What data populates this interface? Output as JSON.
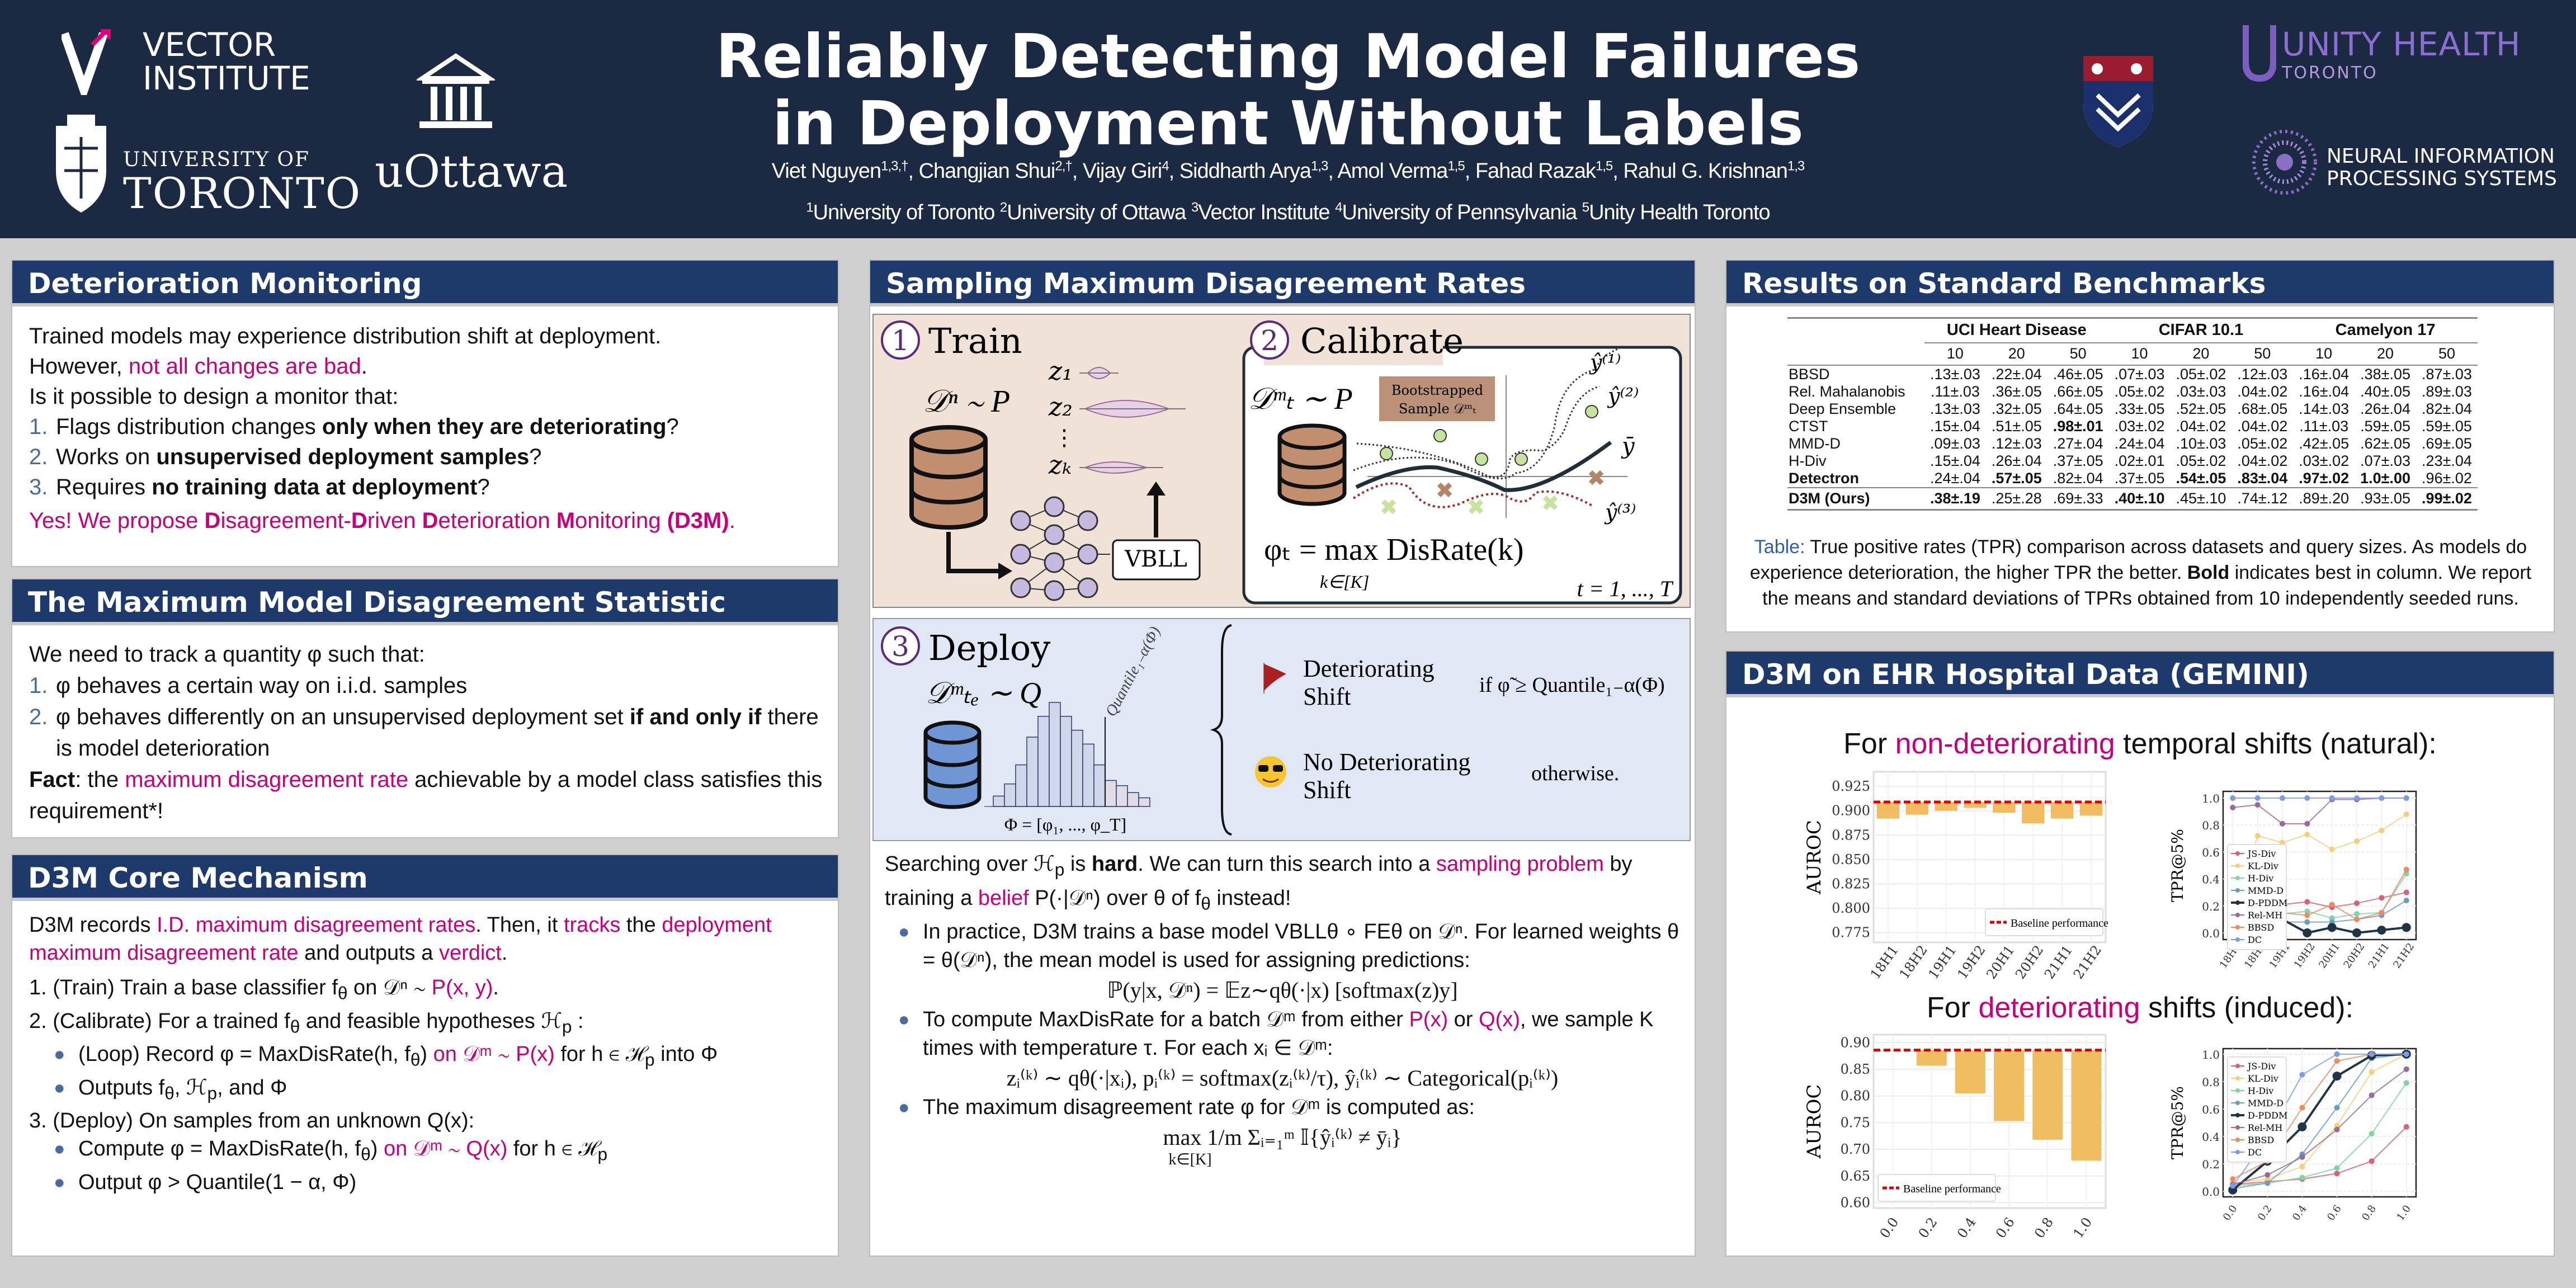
{
  "header": {
    "title_line1": "Reliably Detecting Model Failures",
    "title_line2": "in Deployment Without Labels",
    "authors": [
      {
        "name": "Viet Nguyen",
        "sup": "1,3,†"
      },
      {
        "name": "Changjian Shui",
        "sup": "2,†"
      },
      {
        "name": "Vijay Giri",
        "sup": "4"
      },
      {
        "name": "Siddharth Arya",
        "sup": "1,3"
      },
      {
        "name": "Amol Verma",
        "sup": "1,5"
      },
      {
        "name": "Fahad Razak",
        "sup": "1,5"
      },
      {
        "name": "Rahul G. Krishnan",
        "sup": "1,3"
      }
    ],
    "affiliations": [
      {
        "sup": "1",
        "name": "University of Toronto"
      },
      {
        "sup": "2",
        "name": "University of Ottawa"
      },
      {
        "sup": "3",
        "name": "Vector Institute"
      },
      {
        "sup": "4",
        "name": "University of Pennsylvania"
      },
      {
        "sup": "5",
        "name": "Unity Health Toronto"
      }
    ],
    "logos": {
      "vector": [
        "VECTOR",
        "INSTITUTE"
      ],
      "uoft": [
        "UNIVERSITY OF",
        "TORONTO"
      ],
      "uottawa": "uOttawa",
      "unity": [
        "UNITY HEALTH",
        "TORONTO"
      ],
      "neurips": [
        "NEURAL INFORMATION",
        "PROCESSING SYSTEMS"
      ]
    }
  },
  "deterioration": {
    "title": "Deterioration Monitoring",
    "p1": "Trained models may experience distribution shift at deployment.",
    "p2": [
      "However, ",
      "not all changes are bad",
      "."
    ],
    "p3": "Is it possible to design a monitor that:",
    "items": [
      [
        "Flags distribution changes ",
        "only when they are deteriorating",
        "?"
      ],
      [
        "Works on ",
        "unsupervised deployment samples",
        "?"
      ],
      [
        "Requires ",
        "no training data at deployment",
        "?"
      ]
    ],
    "conclusion": [
      "Yes! We propose ",
      "D",
      "isagreement-",
      "D",
      "riven ",
      "D",
      "eterioration ",
      "M",
      "onitoring ",
      "(D3M)",
      "."
    ]
  },
  "maxdis": {
    "title": "The Maximum Model Disagreement Statistic",
    "p1": "We need to track a quantity φ such that:",
    "items": [
      [
        "φ behaves a certain way on i.i.d. samples"
      ],
      [
        "φ behaves differently on an unsupervised deployment set ",
        "if and only if",
        " there is model deterioration"
      ]
    ],
    "fact": [
      "Fact",
      ": the ",
      "maximum disagreement rate",
      " achievable by a model class satisfies this requirement*!"
    ]
  },
  "core": {
    "title": "D3M Core Mechanism",
    "intro": [
      "D3M records ",
      "I.D. maximum disagreement rates",
      ". Then, it ",
      "tracks",
      " the ",
      "deployment maximum disagreement rate",
      " and outputs a ",
      "verdict",
      "."
    ],
    "step1": [
      "1. (Train) Train a base classifier f",
      "θ",
      " on 𝒟ⁿ ∼ ",
      "P(x, y)",
      "."
    ],
    "step2": [
      "2. (Calibrate) For a trained f",
      "θ",
      " and feasible hypotheses ℋ",
      "p",
      " :"
    ],
    "step2_loop": [
      "(Loop) Record φ = MaxDisRate(h, f",
      "θ",
      ") ",
      "on 𝒟ᵐ ∼ P(x)",
      " for h ∈ ℋ",
      "p",
      " into Φ"
    ],
    "step2_out": [
      "Outputs f",
      "θ",
      ", ℋ",
      "p",
      ", and Φ"
    ],
    "step3": "3. (Deploy) On samples from an unknown Q(x):",
    "step3_compute": [
      "Compute φ = MaxDisRate(h, f",
      "θ",
      ") ",
      "on 𝒟ᵐ ∼ Q(x)",
      " for h ∈ ℋ",
      "p"
    ],
    "step3_out": "Output φ > Quantile(1 − α, Φ)"
  },
  "sampling": {
    "title": "Sampling Maximum Disagreement Rates",
    "fig": {
      "train_num": "1",
      "train_label": "Train",
      "train_data": "𝒟ⁿ ∼ P",
      "z_labels": [
        "z₁",
        "z₂",
        "⋮",
        "zₖ"
      ],
      "vbll": "VBLL",
      "cal_num": "2",
      "cal_label": "Calibrate",
      "cal_data": "𝒟ᵐₜ ∼ P",
      "bootstrap": [
        "Bootstrapped",
        "Sample 𝒟ᵐₜ"
      ],
      "yhat": [
        "ŷ⁽¹⁾",
        "ŷ⁽²⁾",
        "ȳ",
        "ŷ⁽³⁾"
      ],
      "phi_formula": "φₜ = max DisRate(k)",
      "phi_sub": "k∈[K]",
      "t_range": "t = 1, ..., T",
      "dep_num": "3",
      "dep_label": "Deploy",
      "dep_data": "𝒟ᵐₜₑ ∼ Q",
      "quantile_label": "Quantile₁₋α(Φ)",
      "phi_set": "Φ = [φ₁, ..., φ_T]",
      "det": [
        "Deteriorating",
        "Shift"
      ],
      "det_cond": "if φ̃ ≥ Quantile₁₋α(Φ)",
      "nodet": [
        "No Deteriorating",
        "Shift"
      ],
      "nodet_cond": "otherwise."
    },
    "p1": [
      "Searching over ℋ",
      "p",
      " is ",
      "hard",
      ". We can turn this search into a ",
      "sampling problem",
      " by training a ",
      "belief",
      " P(·|𝒟ⁿ) over θ of f",
      "θ",
      " instead!"
    ],
    "b1": "In practice, D3M trains a base model VBLLθ ∘ FEθ on 𝒟ⁿ. For learned weights θ = θ(𝒟ⁿ), the mean model is used for assigning predictions:",
    "f1": "ℙ(y|x, 𝒟ⁿ) = 𝔼z∼qθ(·|x) [softmax(z)y]",
    "b2": [
      "To compute MaxDisRate for a batch 𝒟ᵐ from either ",
      "P(x)",
      " or ",
      "Q(x)",
      ", we sample K times with temperature τ. For each xᵢ ∈ 𝒟ᵐ:"
    ],
    "f2": "zᵢ⁽ᵏ⁾ ∼ qθ(·|xᵢ),  pᵢ⁽ᵏ⁾ = softmax(zᵢ⁽ᵏ⁾/τ),  ŷᵢ⁽ᵏ⁾ ∼ Categorical(pᵢ⁽ᵏ⁾)",
    "b3": "The maximum disagreement rate φ for 𝒟ᵐ is computed as:",
    "f3": "max  1/m Σᵢ₌₁ᵐ 𝕀{ŷᵢ⁽ᵏ⁾ ≠ ȳᵢ}",
    "f3_sub": "k∈[K]"
  },
  "results": {
    "title": "Results on Standard Benchmarks",
    "groups": [
      "UCI Heart Disease",
      "CIFAR 10.1",
      "Camelyon 17"
    ],
    "sizes": [
      "10",
      "20",
      "50",
      "10",
      "20",
      "50",
      "10",
      "20",
      "50"
    ],
    "rows": [
      {
        "method": "BBSD",
        "cells": [
          ".13±.03",
          ".22±.04",
          ".46±.05",
          ".07±.03",
          ".05±.02",
          ".12±.03",
          ".16±.04",
          ".38±.05",
          ".87±.03"
        ],
        "bold": []
      },
      {
        "method": "Rel. Mahalanobis",
        "cells": [
          ".11±.03",
          ".36±.05",
          ".66±.05",
          ".05±.02",
          ".03±.03",
          ".04±.02",
          ".16±.04",
          ".40±.05",
          ".89±.03"
        ],
        "bold": []
      },
      {
        "method": "Deep Ensemble",
        "cells": [
          ".13±.03",
          ".32±.05",
          ".64±.05",
          ".33±.05",
          ".52±.05",
          ".68±.05",
          ".14±.03",
          ".26±.04",
          ".82±.04"
        ],
        "bold": []
      },
      {
        "method": "CTST",
        "cells": [
          ".15±.04",
          ".51±.05",
          ".98±.01",
          ".03±.02",
          ".04±.02",
          ".04±.02",
          ".11±.03",
          ".59±.05",
          ".59±.05"
        ],
        "bold": [
          2
        ]
      },
      {
        "method": "MMD-D",
        "cells": [
          ".09±.03",
          ".12±.03",
          ".27±.04",
          ".24±.04",
          ".10±.03",
          ".05±.02",
          ".42±.05",
          ".62±.05",
          ".69±.05"
        ],
        "bold": []
      },
      {
        "method": "H-Div",
        "cells": [
          ".15±.04",
          ".26±.04",
          ".37±.05",
          ".02±.01",
          ".05±.02",
          ".04±.02",
          ".03±.02",
          ".07±.03",
          ".23±.04"
        ],
        "bold": []
      },
      {
        "method": "Detectron",
        "cells": [
          ".24±.04",
          ".57±.05",
          ".82±.04",
          ".37±.05",
          ".54±.05",
          ".83±.04",
          ".97±.02",
          "1.0±.00",
          ".96±.02"
        ],
        "bold": [
          1,
          4,
          5,
          6,
          7
        ],
        "method_bold": true
      },
      {
        "method": "D3M (Ours)",
        "cells": [
          ".38±.19",
          ".25±.28",
          ".69±.33",
          ".40±.10",
          ".45±.10",
          ".74±.12",
          ".89±.20",
          ".93±.05",
          ".99±.02"
        ],
        "bold": [
          0,
          3,
          8
        ],
        "method_bold": true
      }
    ],
    "caption": [
      "Table:",
      " True positive rates (TPR) comparison across datasets and query sizes. As models do experience deterioration, the higher TPR the better. ",
      "Bold",
      " indicates best in column. We report the means and standard deviations of TPRs obtained from 10 independently seeded runs."
    ]
  },
  "gemini": {
    "title": "D3M on EHR Hospital Data (GEMINI)",
    "heading1": [
      "For ",
      "non-deteriorating",
      " temporal shifts (natural):"
    ],
    "heading2": [
      "For ",
      "deteriorating",
      " shifts (induced):"
    ]
  },
  "colors": {
    "accent": "#c4007d",
    "panel_header": "#1e3a6d",
    "header_bg": "#1b2942",
    "bar": "#f0bd63",
    "baseline": "#e00000"
  },
  "chart_data": [
    {
      "type": "bar",
      "title": "",
      "xlabel": "",
      "ylabel": "AUROC",
      "categories": [
        "18H1",
        "18H2",
        "19H1",
        "19H2",
        "20H1",
        "20H2",
        "21H1",
        "21H2"
      ],
      "values": [
        0.892,
        0.896,
        0.9,
        0.903,
        0.898,
        0.887,
        0.892,
        0.895
      ],
      "baseline": 0.909,
      "baseline_label": "Baseline performance",
      "ylim": [
        0.765,
        0.94
      ],
      "yticks": [
        "0.775",
        "0.800",
        "0.825",
        "0.850",
        "0.875",
        "0.900",
        "0.925"
      ],
      "grid": true,
      "legend": "bottom-right"
    },
    {
      "type": "line",
      "ylabel": "TPR@5%",
      "xlabel": "",
      "categories": [
        "18H1",
        "18H2",
        "19H1",
        "19H2",
        "20H1",
        "20H2",
        "21H1",
        "21H2"
      ],
      "ylim": [
        -0.05,
        1.05
      ],
      "yticks": [
        "0.0",
        "0.2",
        "0.4",
        "0.6",
        "0.8",
        "1.0"
      ],
      "grid": true,
      "legend": "left",
      "series": [
        {
          "name": "JS-Div",
          "color": "#d9607a",
          "values": [
            0.08,
            0.2,
            0.21,
            0.23,
            0.19,
            0.22,
            0.26,
            0.3
          ]
        },
        {
          "name": "KL-Div",
          "color": "#f3d079",
          "values": [
            0.12,
            0.72,
            0.67,
            0.73,
            0.62,
            0.68,
            0.76,
            0.88
          ]
        },
        {
          "name": "H-Div",
          "color": "#7fd6a0",
          "values": [
            0.06,
            0.14,
            0.14,
            0.16,
            0.11,
            0.14,
            0.15,
            0.44
          ]
        },
        {
          "name": "MMD-D",
          "color": "#6a9ec0",
          "values": [
            0.06,
            0.08,
            0.08,
            0.08,
            0.08,
            0.1,
            0.13,
            0.24
          ]
        },
        {
          "name": "D-PDDM",
          "color": "#1f3444",
          "values": [
            0.06,
            0.0,
            0.1,
            0.0,
            0.04,
            0.0,
            0.02,
            0.04
          ]
        },
        {
          "name": "Rel-MH",
          "color": "#9a6b96",
          "values": [
            0.93,
            0.95,
            0.81,
            0.81,
            0.99,
            0.99,
            1.0,
            1.0
          ]
        },
        {
          "name": "BBSD",
          "color": "#ee8a5f",
          "values": [
            0.32,
            0.32,
            0.15,
            0.13,
            0.21,
            0.1,
            0.15,
            0.47
          ]
        },
        {
          "name": "DC",
          "color": "#7b9de8",
          "values": [
            1.0,
            1.0,
            1.0,
            1.0,
            1.0,
            1.0,
            1.0,
            1.0
          ]
        }
      ]
    },
    {
      "type": "bar",
      "ylabel": "AUROC",
      "xlabel": "",
      "categories": [
        "0.0",
        "0.2",
        "0.4",
        "0.6",
        "0.8",
        "1.0"
      ],
      "values": [
        0.885,
        0.857,
        0.805,
        0.753,
        0.718,
        0.679
      ],
      "baseline": 0.886,
      "baseline_label": "Baseline performance",
      "ylim": [
        0.59,
        0.915
      ],
      "yticks": [
        "0.60",
        "0.65",
        "0.70",
        "0.75",
        "0.80",
        "0.85",
        "0.90"
      ],
      "grid": true,
      "legend": "bottom-left"
    },
    {
      "type": "line",
      "ylabel": "TPR@5%",
      "xlabel": "",
      "categories": [
        "0.0",
        "0.2",
        "0.4",
        "0.6",
        "0.8",
        "1.0"
      ],
      "ylim": [
        -0.04,
        1.04
      ],
      "yticks": [
        "0.0",
        "0.2",
        "0.4",
        "0.6",
        "0.8",
        "1.0"
      ],
      "grid": true,
      "legend": "top-left",
      "series": [
        {
          "name": "JS-Div",
          "color": "#d9607a",
          "values": [
            0.05,
            0.07,
            0.09,
            0.13,
            0.22,
            0.47
          ]
        },
        {
          "name": "KL-Div",
          "color": "#f3d079",
          "values": [
            0.06,
            0.09,
            0.18,
            0.48,
            0.87,
            1.0
          ]
        },
        {
          "name": "H-Div",
          "color": "#7fd6a0",
          "values": [
            0.04,
            0.06,
            0.1,
            0.17,
            0.42,
            0.79
          ]
        },
        {
          "name": "MMD-D",
          "color": "#6a9ec0",
          "values": [
            0.02,
            0.06,
            0.27,
            0.61,
            0.97,
            1.0
          ]
        },
        {
          "name": "D-PDDM",
          "color": "#1f3444",
          "values": [
            0.01,
            0.22,
            0.47,
            0.84,
            0.99,
            1.0
          ]
        },
        {
          "name": "Rel-MH",
          "color": "#9a6b96",
          "values": [
            0.05,
            0.12,
            0.25,
            0.45,
            0.7,
            0.89
          ]
        },
        {
          "name": "BBSD",
          "color": "#ee8a5f",
          "values": [
            0.09,
            0.22,
            0.61,
            0.95,
            1.0,
            1.0
          ]
        },
        {
          "name": "DC",
          "color": "#7b9de8",
          "values": [
            0.04,
            0.39,
            0.85,
            1.0,
            1.0,
            1.0
          ]
        }
      ]
    }
  ]
}
